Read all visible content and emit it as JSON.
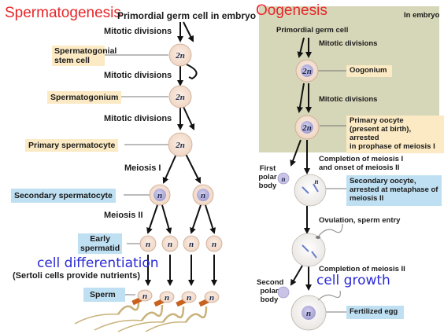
{
  "spermatogenesis": {
    "title": "Spermatogenesis",
    "top_label": "Primordial germ cell in embryo",
    "mitotic1": "Mitotic divisions",
    "mitotic2": "Mitotic divisions",
    "mitotic3": "Mitotic divisions",
    "stem_cell_label_1": "Spermatogonial",
    "stem_cell_label_2": "stem cell",
    "spermatogonium": "Spermatogonium",
    "primary": "Primary spermatocyte",
    "meiosis1": "Meiosis I",
    "secondary": "Secondary spermatocyte",
    "meiosis2": "Meiosis II",
    "early_1": "Early",
    "early_2": "spermatid",
    "cell_diff": "cell differentiation",
    "sertoli": "(Sertoli cells provide nutrients)",
    "sperm": "Sperm",
    "cell_2n": "2n",
    "cell_n": "n"
  },
  "oogenesis": {
    "title": "Oogenesis",
    "in_embryo": "In embryo",
    "primordial": "Primordial germ cell",
    "mitotic1": "Mitotic divisions",
    "oogonium": "Oogonium",
    "mitotic2": "Mitotic divisions",
    "primary_1": "Primary oocyte",
    "primary_2": "(present at birth), arrested",
    "primary_3": "in prophase of meiosis I",
    "first_polar_1": "First",
    "first_polar_2": "polar",
    "first_polar_3": "body",
    "completion1_1": "Completion of meiosis I",
    "completion1_2": "and onset of meiosis II",
    "secondary_1": "Secondary oocyte,",
    "secondary_2": "arrested at metaphase of",
    "secondary_3": "meiosis II",
    "ovulation": "Ovulation, sperm entry",
    "completion2": "Completion of meiosis II",
    "cell_growth": "cell growth",
    "second_polar_1": "Second",
    "second_polar_2": "polar",
    "second_polar_3": "body",
    "fertilized": "Fertilized egg",
    "cell_2n": "2n",
    "cell_n": "n"
  },
  "colors": {
    "title_red": "#e8262a",
    "handwritten_blue": "#2b2bd6",
    "embryo_panel": "#d6d6b8",
    "tan_box": "#fbeac4",
    "blue_box": "#bfe0f2",
    "cell_fill": "#f6e3d4",
    "nucleus": "#b8b4dc",
    "sperm_head": "#c8621e"
  }
}
